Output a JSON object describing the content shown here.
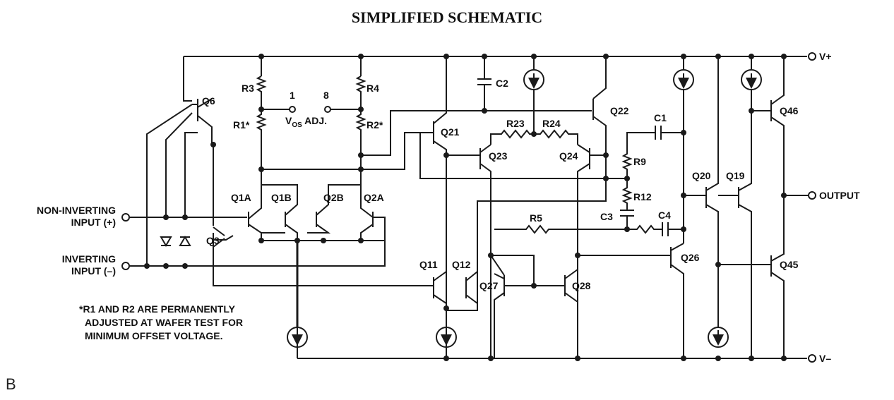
{
  "title": "SIMPLIFIED SCHEMATIC",
  "corner_letter": "B",
  "terminals": {
    "vplus": "V+",
    "vminus": "V–",
    "output": "OUTPUT",
    "noninv_line1": "NON-INVERTING",
    "noninv_line2": "INPUT (+)",
    "inv_line1": "INVERTING",
    "inv_line2": "INPUT (–)"
  },
  "vos": {
    "pin1": "1",
    "pin8": "8",
    "label_v": "V",
    "label_sub": "OS",
    "label_rest": " ADJ."
  },
  "transistors": {
    "q1a": "Q1A",
    "q1b": "Q1B",
    "q2a": "Q2A",
    "q2b": "Q2B",
    "q3": "Q3",
    "q6": "Q6",
    "q11": "Q11",
    "q12": "Q12",
    "q19": "Q19",
    "q20": "Q20",
    "q21": "Q21",
    "q22": "Q22",
    "q23": "Q23",
    "q24": "Q24",
    "q26": "Q26",
    "q27": "Q27",
    "q28": "Q28",
    "q45": "Q45",
    "q46": "Q46"
  },
  "resistors": {
    "r1": "R1*",
    "r2": "R2*",
    "r3": "R3",
    "r4": "R4",
    "r5": "R5",
    "r9": "R9",
    "r12": "R12",
    "r23": "R23",
    "r24": "R24"
  },
  "capacitors": {
    "c1": "C1",
    "c2": "C2",
    "c3": "C3",
    "c4": "C4"
  },
  "note": {
    "line1": "*R1 AND R2 ARE PERMANENTLY",
    "line2": "ADJUSTED AT WAFER TEST FOR",
    "line3": "MINIMUM OFFSET VOLTAGE."
  }
}
